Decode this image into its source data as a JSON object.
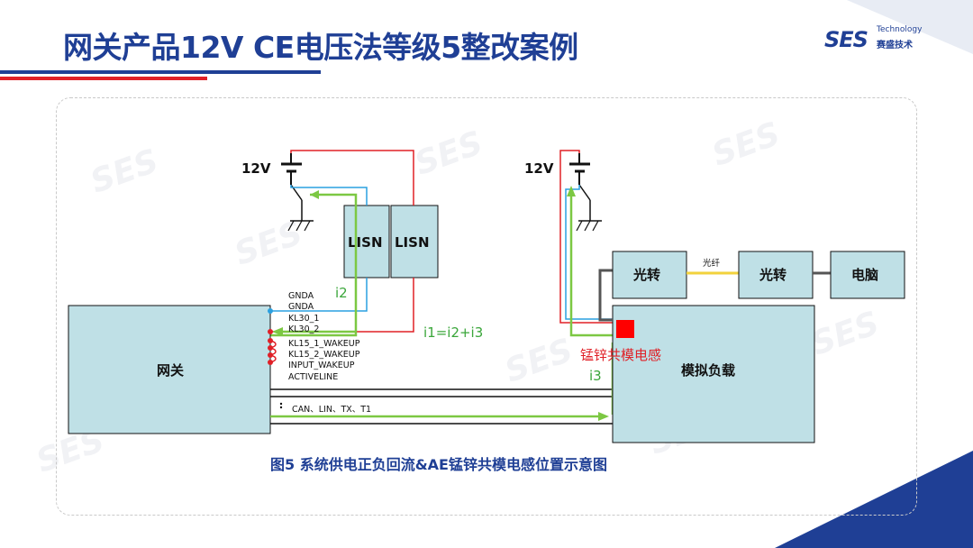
{
  "slide": {
    "title": "网关产品12V CE电压法等级5整改案例",
    "caption": "图5 系统供电正负回流&AE锰锌共模电感位置示意图"
  },
  "logo": {
    "brand": "SES",
    "sub_en": "Technology",
    "sub_cn": "赛盛技术"
  },
  "diagram": {
    "left_supply": "12V",
    "right_supply": "12V",
    "lisn_1": "LISN",
    "lisn_2": "LISN",
    "gateway": "网关",
    "load": "模拟负载",
    "converter_1": "光转",
    "converter_2": "光转",
    "computer": "电脑",
    "fiber": "光纤",
    "inductor_label": "锰锌共模电感",
    "current_i2": "i2",
    "current_i1": "i1=i2+i3",
    "current_i3": "i3",
    "pins": [
      "GNDA",
      "GNDA",
      "KL30_1",
      "KL30_2",
      "KL15_1_WAKEUP",
      "KL15_2_WAKEUP",
      "INPUT_WAKEUP",
      "ACTIVELINE"
    ],
    "bus_label": "CAN、LIN、TX、T1"
  },
  "colors": {
    "title_blue": "#1f3f95",
    "accent_red": "#e02027",
    "box_fill": "#bfe0e6",
    "wire_red": "#e02027",
    "wire_blue": "#2aa0e0",
    "wire_green": "#7cc843",
    "fiber_yellow": "#f2d23c"
  },
  "watermark": "SES"
}
